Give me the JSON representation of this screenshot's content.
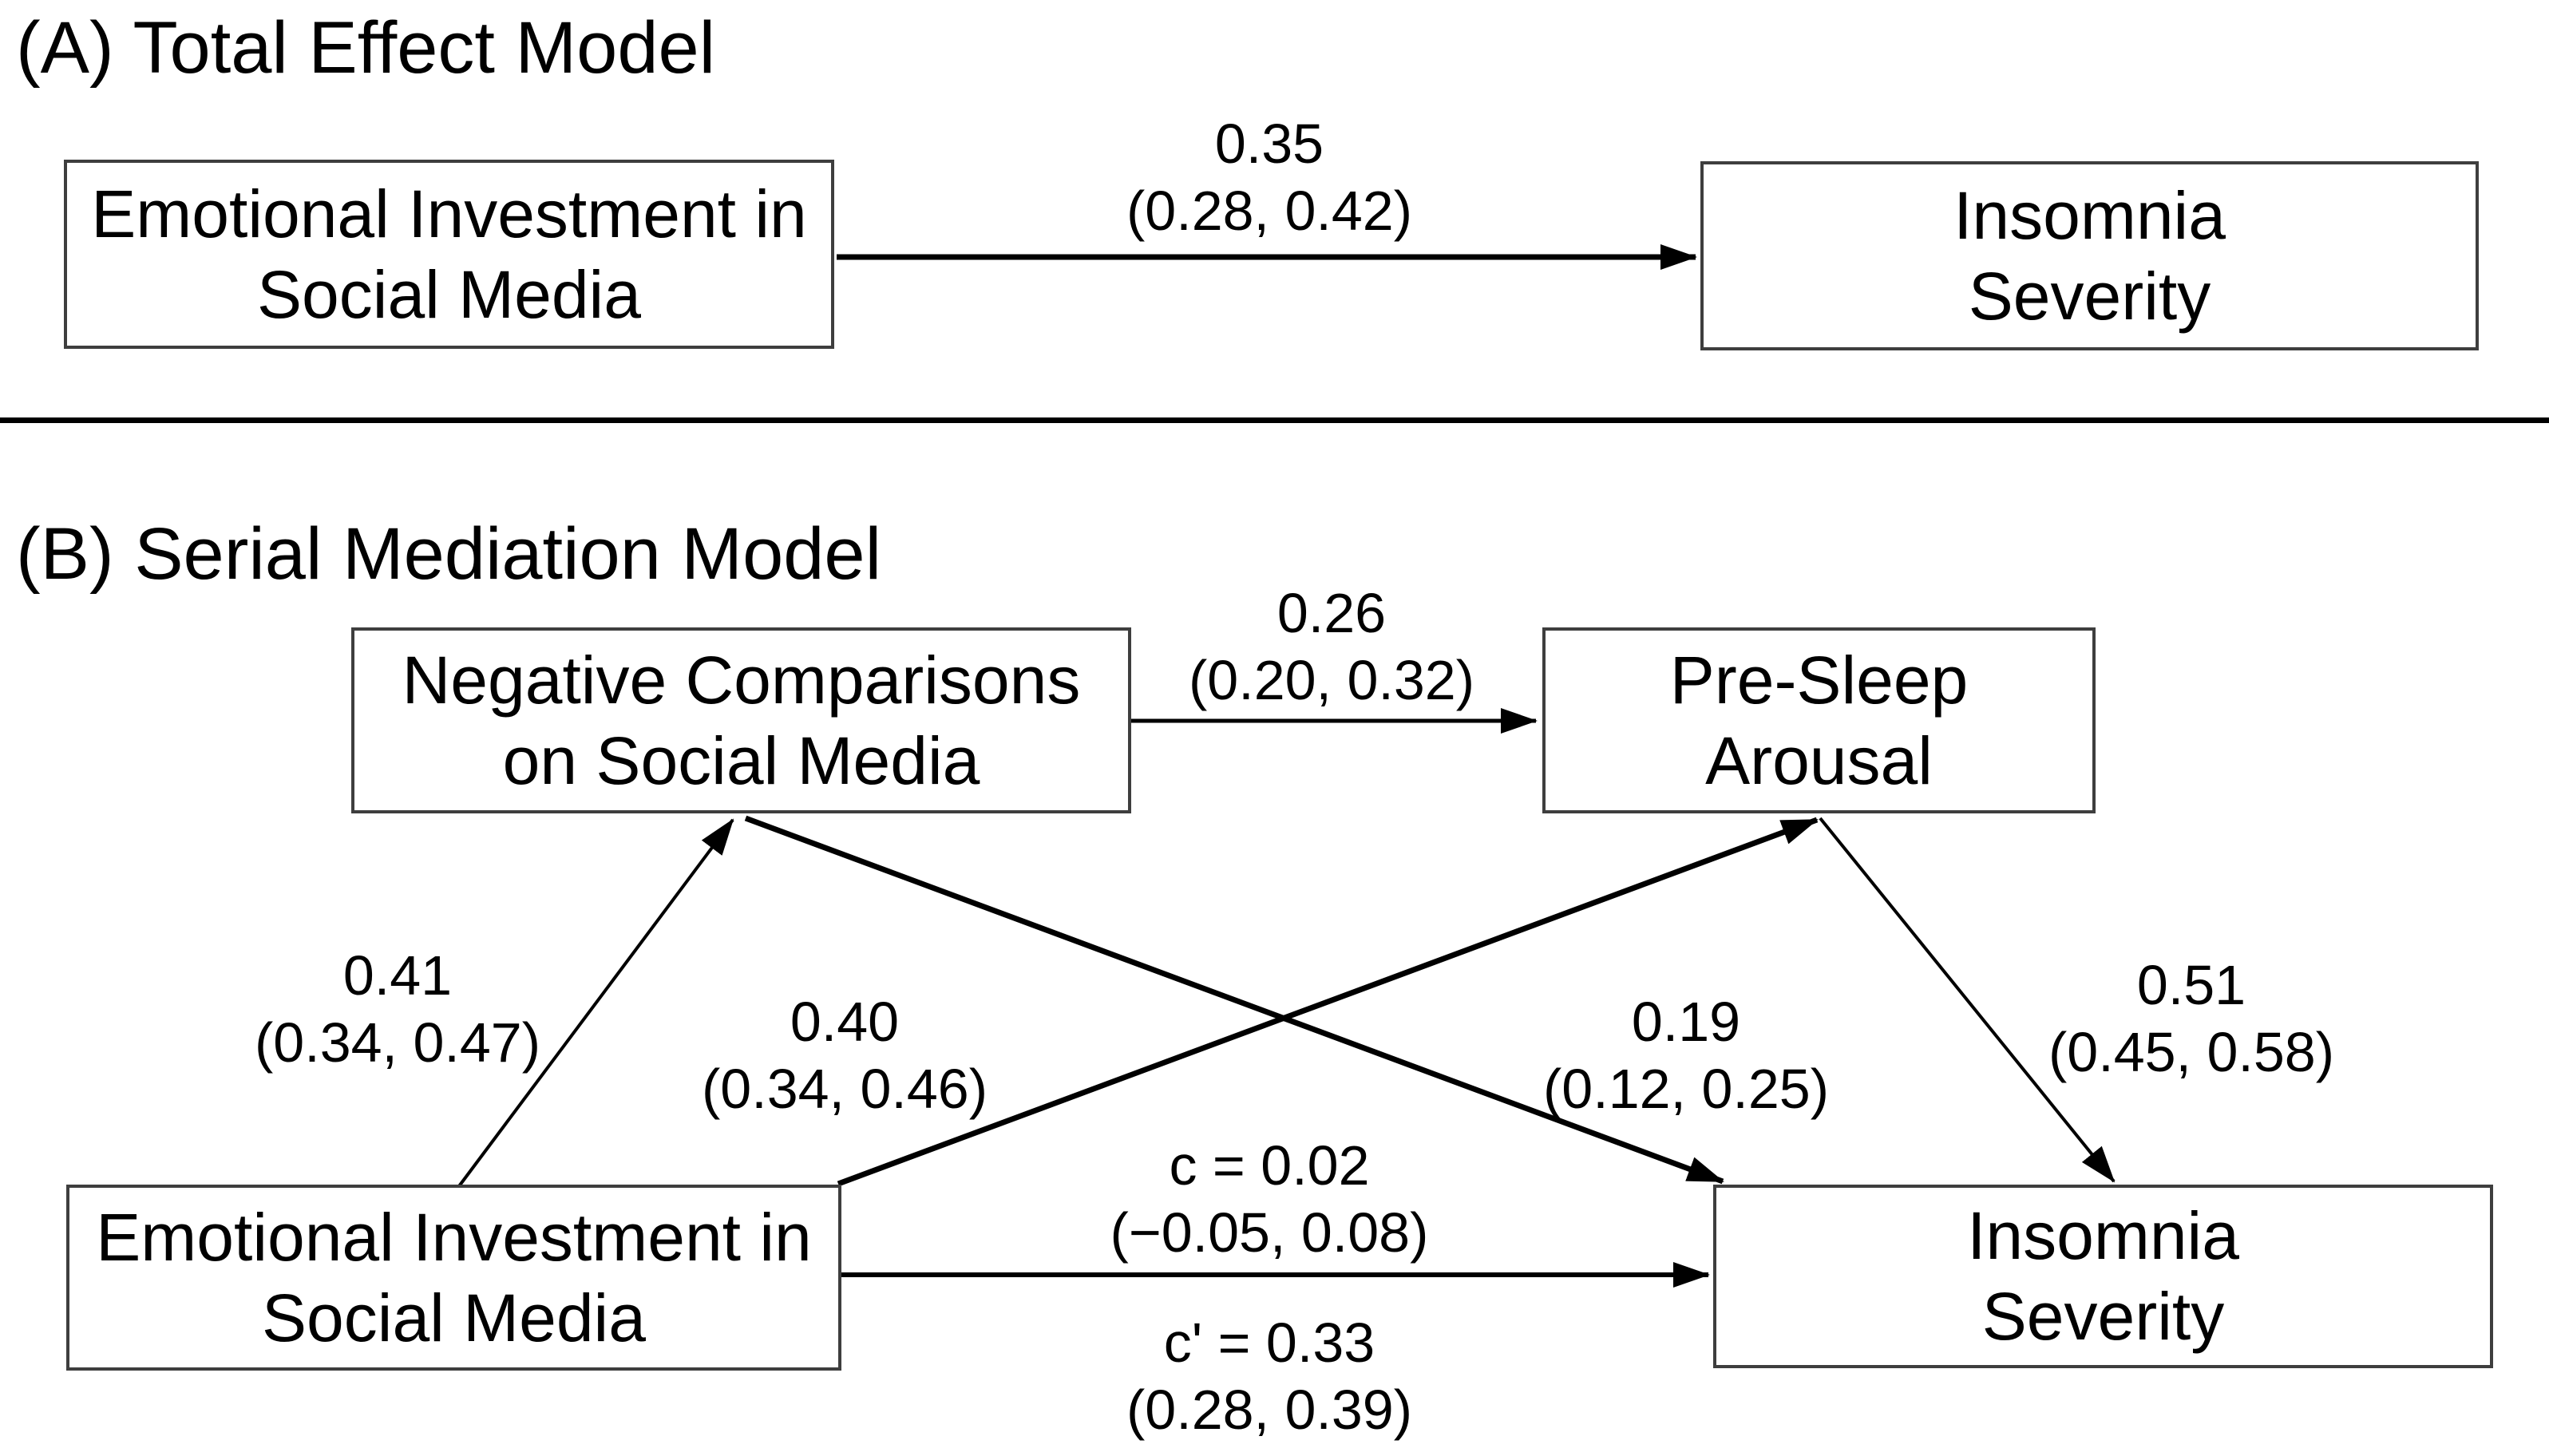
{
  "colors": {
    "background": "#ffffff",
    "text": "#000000",
    "box_border": "#3e3e3e",
    "arrow": "#000000"
  },
  "panel_a": {
    "title": "(A) Total Effect Model",
    "boxes": {
      "predictor": {
        "line1": "Emotional Investment in",
        "line2": "Social Media"
      },
      "outcome": {
        "line1": "Insomnia",
        "line2": "Severity"
      }
    },
    "paths": {
      "total_effect": {
        "value": "0.35",
        "ci": "(0.28, 0.42)"
      }
    }
  },
  "panel_b": {
    "title": "(B) Serial Mediation Model",
    "boxes": {
      "predictor": {
        "line1": "Emotional Investment in",
        "line2": "Social Media"
      },
      "mediator1": {
        "line1": "Negative Comparisons",
        "line2": "on Social Media"
      },
      "mediator2": {
        "line1": "Pre-Sleep",
        "line2": "Arousal"
      },
      "outcome": {
        "line1": "Insomnia",
        "line2": "Severity"
      }
    },
    "paths": {
      "a1_predictor_to_mediator1": {
        "value": "0.41",
        "ci": "(0.34, 0.47)"
      },
      "a2_predictor_to_mediator2": {
        "value": "0.40",
        "ci": "(0.34, 0.46)"
      },
      "d21_mediator1_to_mediator2": {
        "value": "0.26",
        "ci": "(0.20, 0.32)"
      },
      "b1_mediator1_to_outcome": {
        "value": "0.19",
        "ci": "(0.12, 0.25)"
      },
      "b2_mediator2_to_outcome": {
        "value": "0.51",
        "ci": "(0.45, 0.58)"
      },
      "c_effect": {
        "value": "c = 0.02",
        "ci": "(−0.05, 0.08)"
      },
      "c_prime_effect": {
        "value": "c' = 0.33",
        "ci": "(0.28, 0.39)"
      }
    }
  }
}
